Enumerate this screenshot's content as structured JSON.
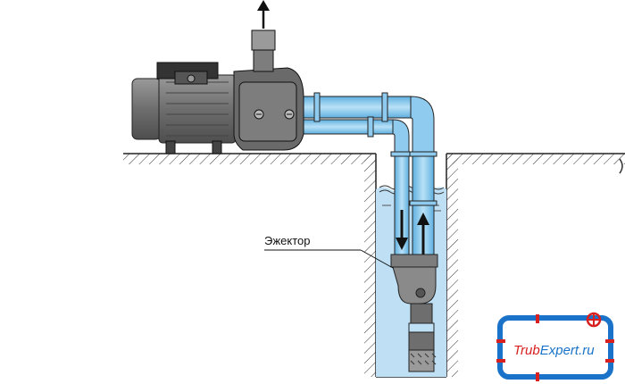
{
  "labels": {
    "ejector": "Эжектор"
  },
  "logo": {
    "text_left": "Trub",
    "text_right": "Expert.ru"
  },
  "colors": {
    "water": "#bfe0f4",
    "pipe": "#8ecbee",
    "pipe_dark": "#4aa3d8",
    "pump_body": "#7d7d7d",
    "pump_dark": "#4a4a4a",
    "ground": "#222222",
    "logo_blue": "#1a73c8",
    "logo_red": "#d82020"
  },
  "icons": {
    "flow_down": "arrow-down-icon",
    "flow_up": "arrow-up-icon",
    "outlet": "arrow-up-icon"
  }
}
